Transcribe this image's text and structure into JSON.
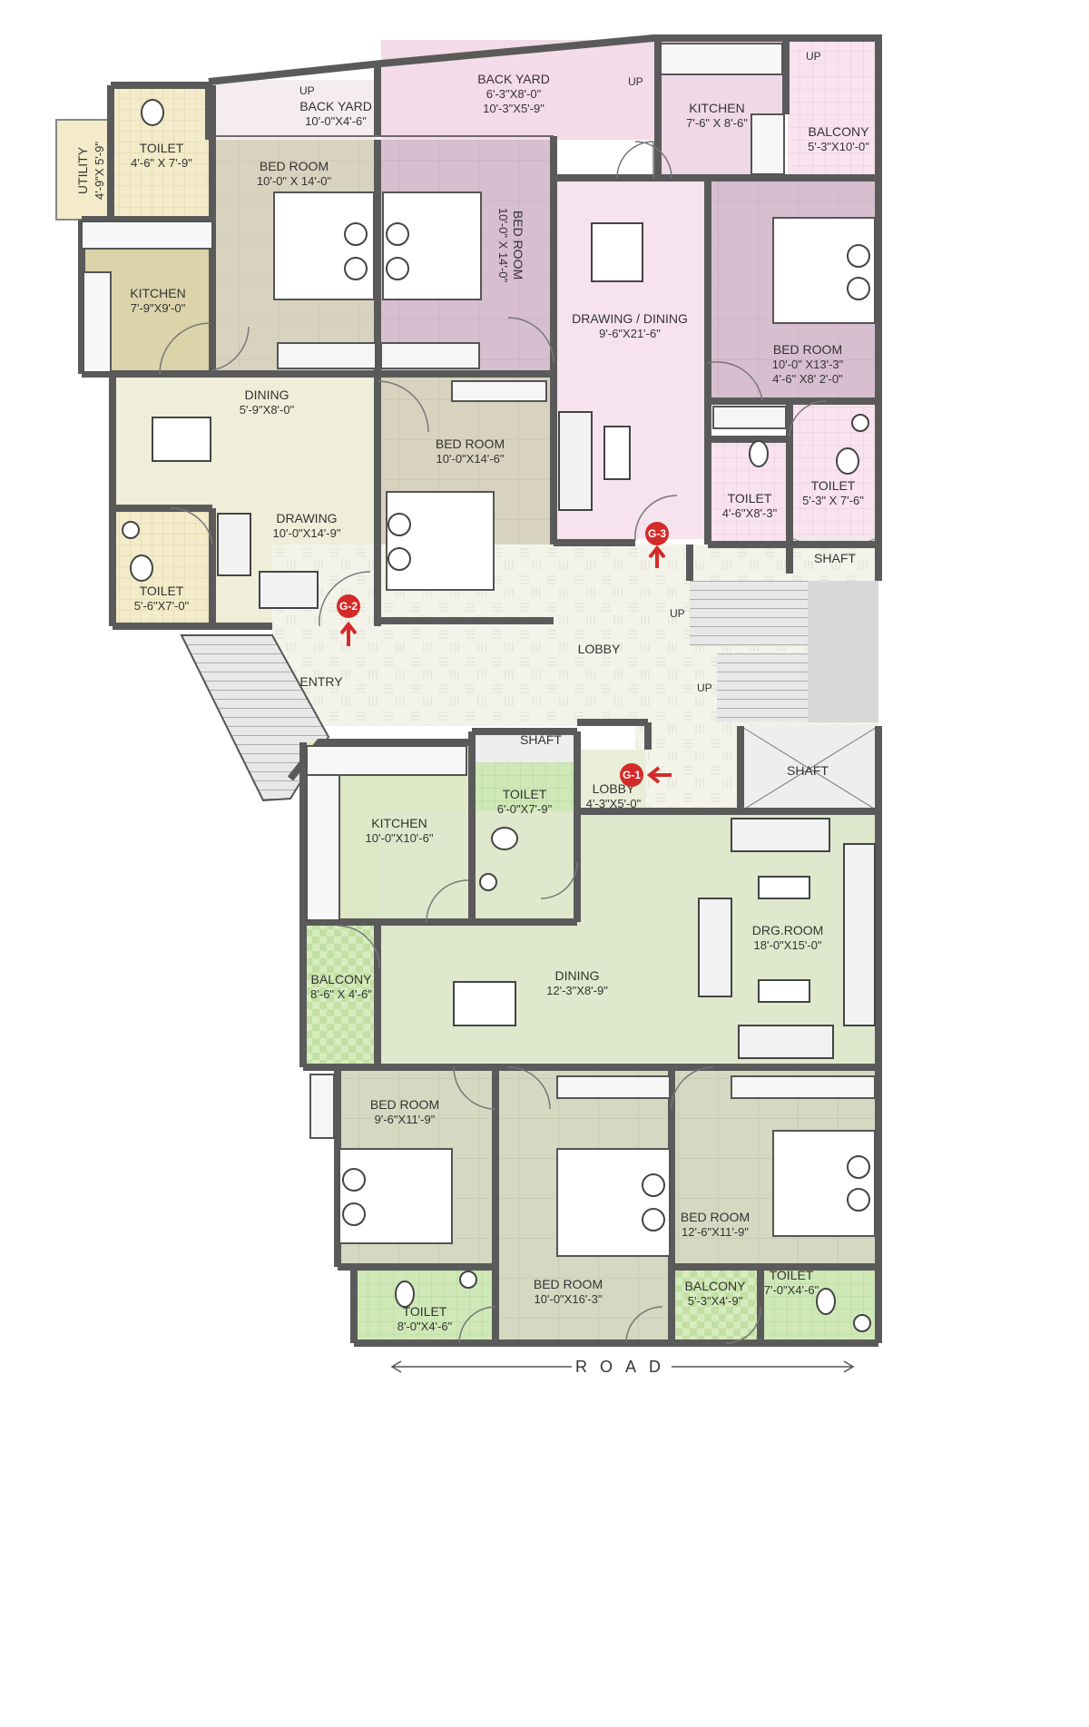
{
  "colors": {
    "pink": "#f4dfe9",
    "pink_tile": "#f9e3ef",
    "mauve": "#dcc1d3",
    "tan": "#ddd8c3",
    "cream": "#eeeed9",
    "yellow_tile": "#f3ebc9",
    "kitchen_tan": "#dcd3aa",
    "green": "#dfe8cc",
    "green_tile": "#cfe8b7",
    "bedroom_green": "#d3d9c1",
    "lobby": "#f1f1e8",
    "wall": "#5a5a5a",
    "gate": "#d42a2a"
  },
  "rooms": {
    "backyard_left": {
      "name": "BACK YARD",
      "dim": "10'-0\"X4'-6\"",
      "up": "UP"
    },
    "backyard_top": {
      "name": "BACK YARD",
      "dim1": "6'-3\"X8'-0\"",
      "dim2": "10'-3\"X5'-9\"",
      "up": "UP"
    },
    "kitchen_top": {
      "name": "KITCHEN",
      "dim": "7'-6\" X 8'-6\""
    },
    "balcony_top": {
      "name": "BALCONY",
      "dim": "5'-3\"X10'-0\"",
      "up": "UP"
    },
    "utility": {
      "name": "UTILITY",
      "dim": "4'-9\"X 5'-9\""
    },
    "toilet_tl": {
      "name": "TOILET",
      "dim": "4'-6\" X 7'-9\""
    },
    "bedroom_tl": {
      "name": "BED ROOM",
      "dim": "10'-0\" X 14'-0\""
    },
    "bedroom_tm": {
      "name": "BED ROOM",
      "dim": "10'-0\" X 14'-0\""
    },
    "drawing_dining_g3": {
      "name": "DRAWING / DINING",
      "dim": "9'-6\"X21'-6\""
    },
    "bedroom_tr": {
      "name": "BED ROOM",
      "dim1": "10'-0\" X13'-3\"",
      "dim2": "4'-6\" X8' 2'-0\""
    },
    "kitchen_left": {
      "name": "KITCHEN",
      "dim": "7'-9\"X9'-0\""
    },
    "dining_g2": {
      "name": "DINING",
      "dim": "5'-9\"X8'-0\""
    },
    "drawing_g2": {
      "name": "DRAWING",
      "dim": "10'-0\"X14'-9\""
    },
    "bedroom_g2": {
      "name": "BED ROOM",
      "dim": "10'-0\"X14'-6\""
    },
    "toilet_left": {
      "name": "TOILET",
      "dim": "5'-6\"X7'-0\""
    },
    "toilet_mid_right": {
      "name": "TOILET",
      "dim": "4'-6\"X8'-3\""
    },
    "toilet_right": {
      "name": "TOILET",
      "dim": "5'-3\" X 7'-6\""
    },
    "shaft_top": {
      "name": "SHAFT"
    },
    "lobby": {
      "name": "LOBBY"
    },
    "entry": {
      "name": "ENTRY"
    },
    "stairs": {
      "up1": "UP",
      "up2": "UP"
    },
    "shaft_mid": {
      "name": "SHAFT"
    },
    "shaft_right": {
      "name": "SHAFT"
    },
    "lobby_g1": {
      "name": "LOBBY",
      "dim": "4'-3\"X5'-0\""
    },
    "kitchen_g1": {
      "name": "KITCHEN",
      "dim": "10'-0\"X10'-6\""
    },
    "toilet_g1": {
      "name": "TOILET",
      "dim": "6'-0\"X7'-9\""
    },
    "drg_room": {
      "name": "DRG.ROOM",
      "dim": "18'-0\"X15'-0\""
    },
    "dining_g1": {
      "name": "DINING",
      "dim": "12'-3\"X8'-9\""
    },
    "balcony_left": {
      "name": "BALCONY",
      "dim": "8'-6\" X 4'-6\""
    },
    "bedroom_bl": {
      "name": "BED ROOM",
      "dim": "9'-6\"X11'-9\""
    },
    "bedroom_bm": {
      "name": "BED ROOM",
      "dim": "10'-0\"X16'-3\""
    },
    "bedroom_br": {
      "name": "BED ROOM",
      "dim": "12'-6\"X11'-9\""
    },
    "toilet_bl": {
      "name": "TOILET",
      "dim": "8'-0\"X4'-6\""
    },
    "balcony_bottom": {
      "name": "BALCONY",
      "dim": "5'-3\"X4'-9\""
    },
    "toilet_br": {
      "name": "TOILET",
      "dim": "7'-0\"X4'-6\""
    }
  },
  "gates": {
    "g1": "G-1",
    "g2": "G-2",
    "g3": "G-3"
  },
  "road": "ROAD"
}
